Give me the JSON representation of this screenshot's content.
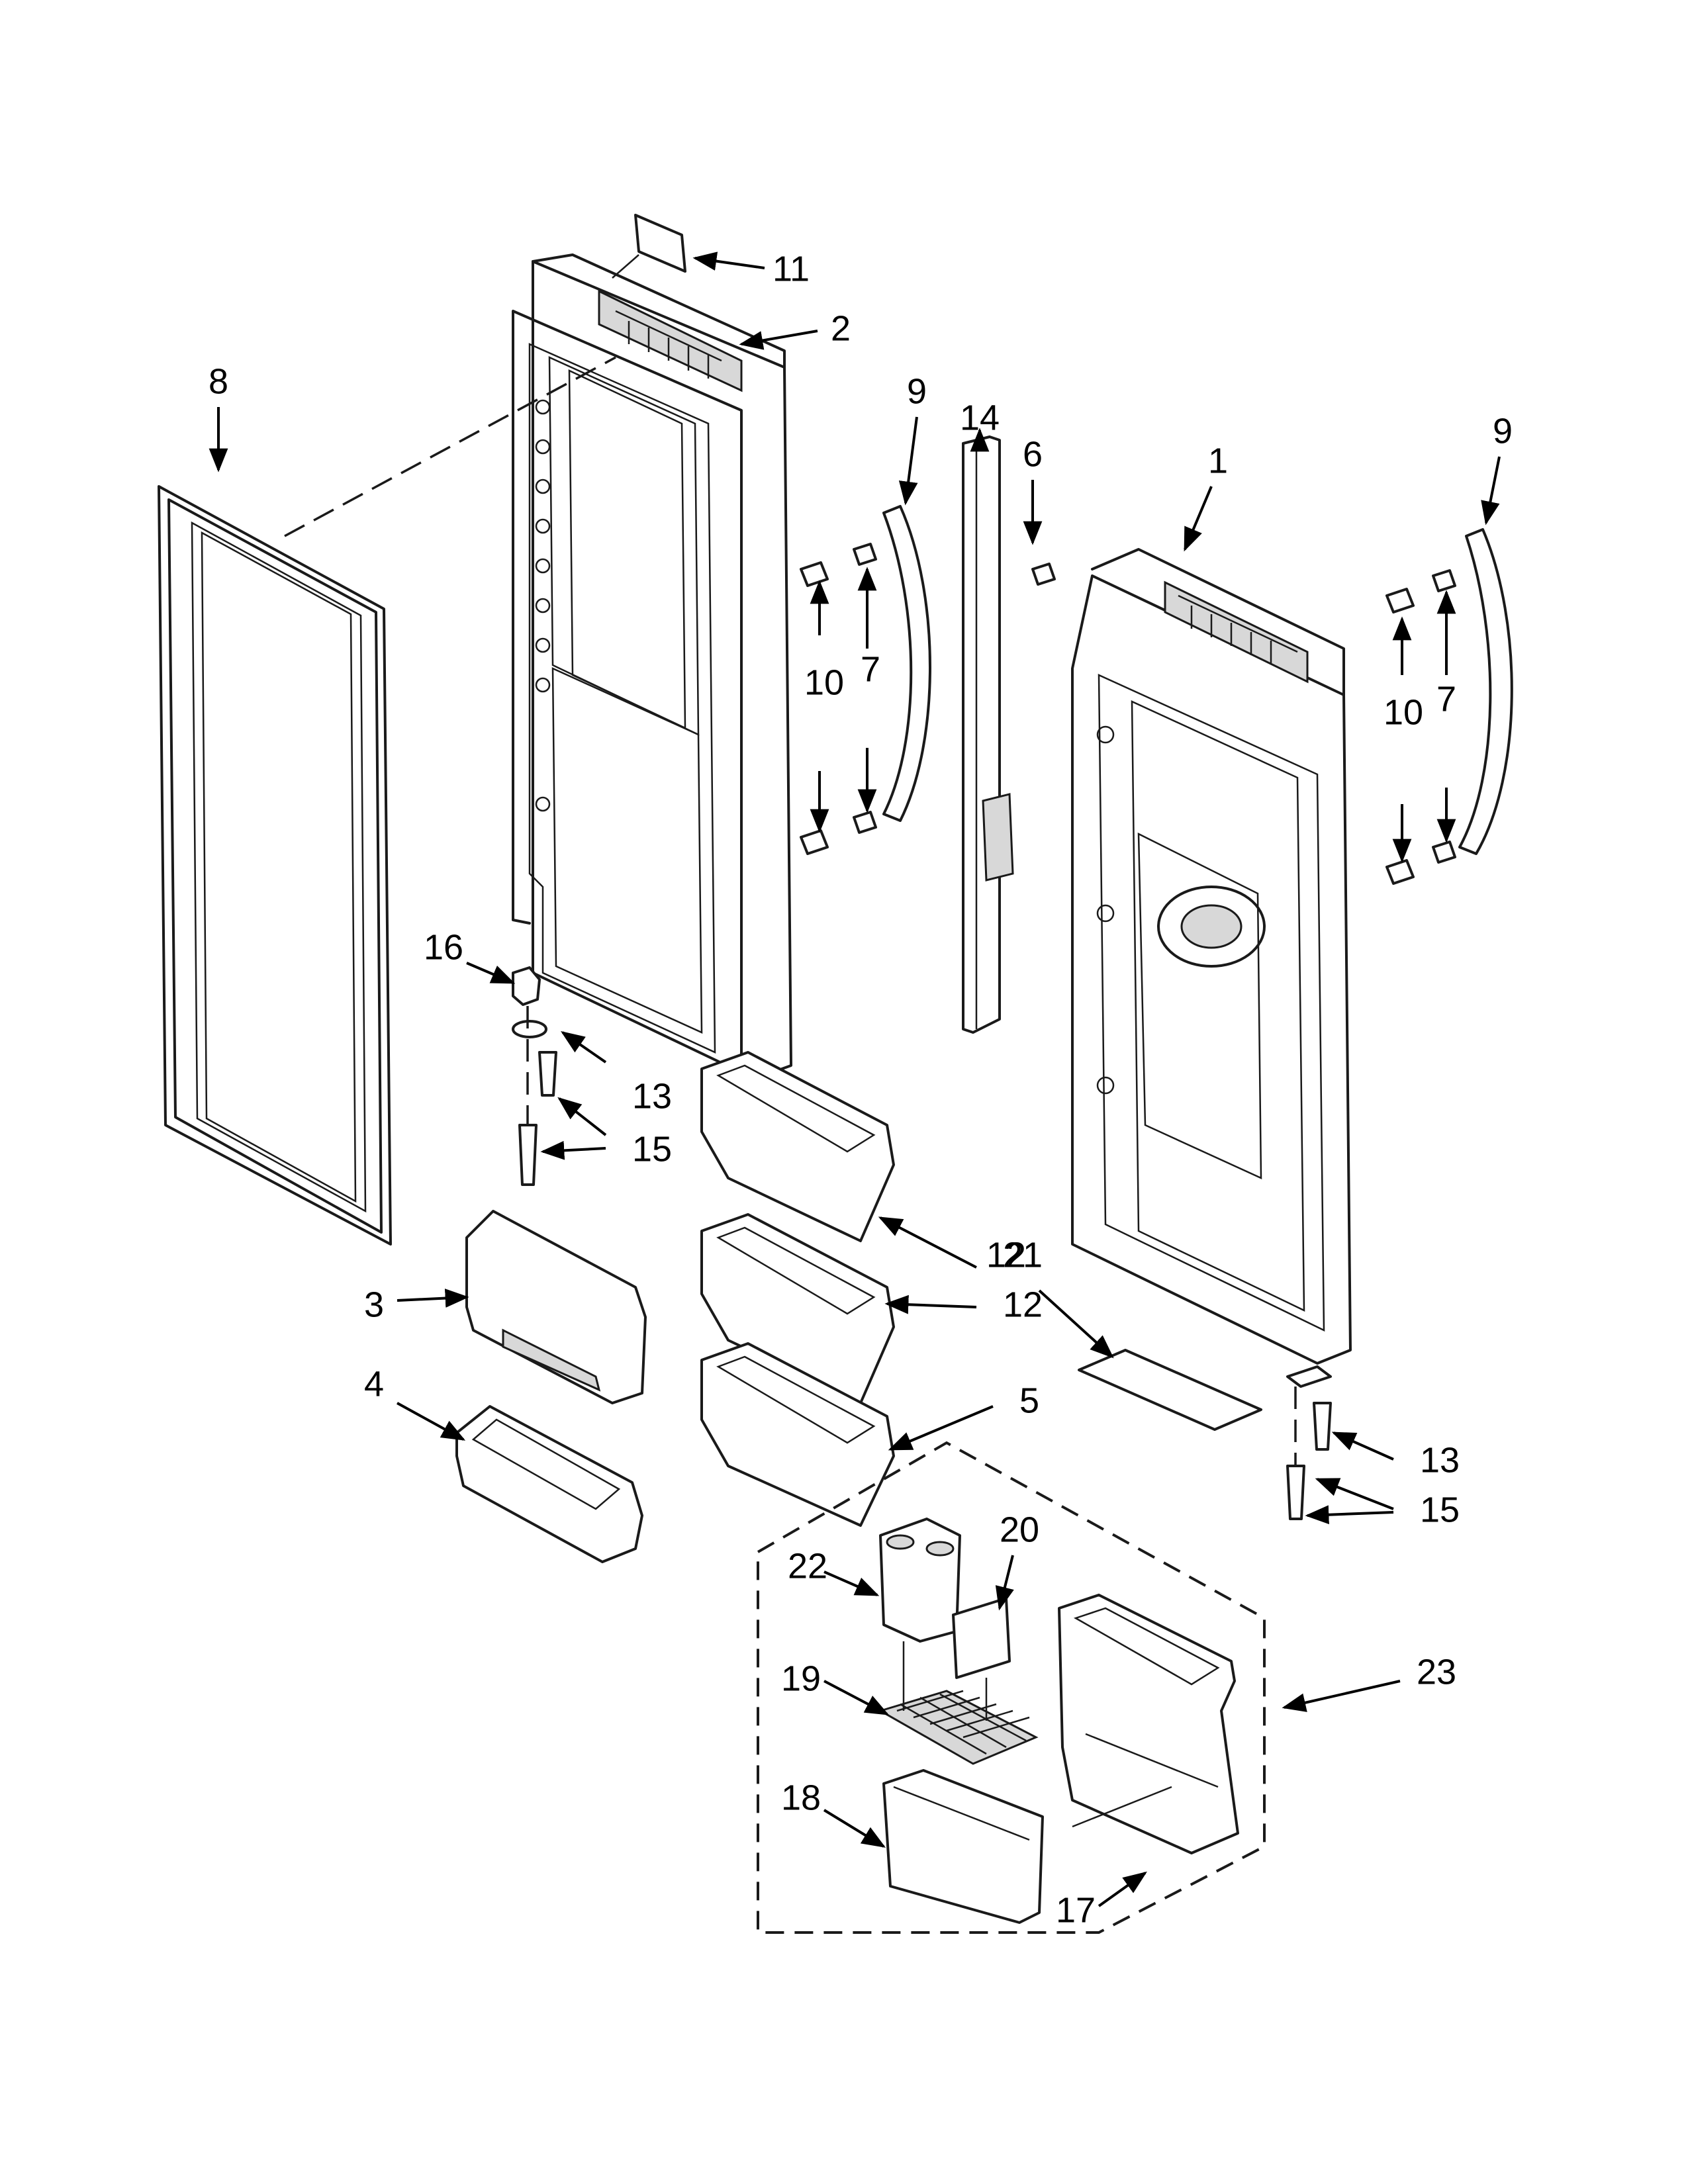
{
  "callouts": {
    "c1": "1",
    "c2": "2",
    "c3": "3",
    "c4": "4",
    "c5": "5",
    "c6": "6",
    "c7a": "7",
    "c7b": "7",
    "c8": "8",
    "c9a": "9",
    "c9b": "9",
    "c10a": "10",
    "c10b": "10",
    "c11": "11",
    "c12a": "12",
    "c12b": "12",
    "c13a": "13",
    "c13b": "13",
    "c14": "14",
    "c15a": "15",
    "c15b": "15",
    "c16": "16",
    "c17": "17",
    "c18": "18",
    "c19": "19",
    "c20": "20",
    "c21": "21",
    "c22": "22",
    "c23": "23"
  },
  "colors": {
    "line": "#1a1a1a",
    "shade": "#d8d8d8",
    "background": "#ffffff"
  }
}
